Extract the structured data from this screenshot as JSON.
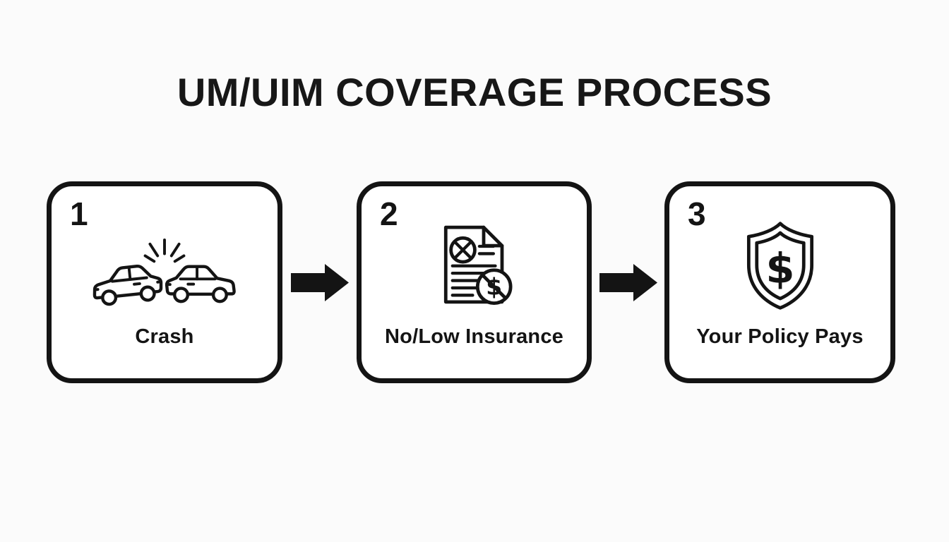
{
  "title": "UM/UIM COVERAGE PROCESS",
  "steps": [
    {
      "number": "1",
      "label": "Crash",
      "icon": "car-crash-icon"
    },
    {
      "number": "2",
      "label": "No/Low Insurance",
      "icon": "document-no-insurance-icon"
    },
    {
      "number": "3",
      "label": "Your Policy Pays",
      "icon": "shield-dollar-icon"
    }
  ],
  "arrows": [
    {
      "icon": "arrow-right-icon"
    },
    {
      "icon": "arrow-right-icon"
    }
  ],
  "icon_glyphs": {
    "dollar": "$"
  },
  "colors": {
    "background": "#fbfbfb",
    "box_fill": "#ffffff",
    "ink": "#141414"
  }
}
